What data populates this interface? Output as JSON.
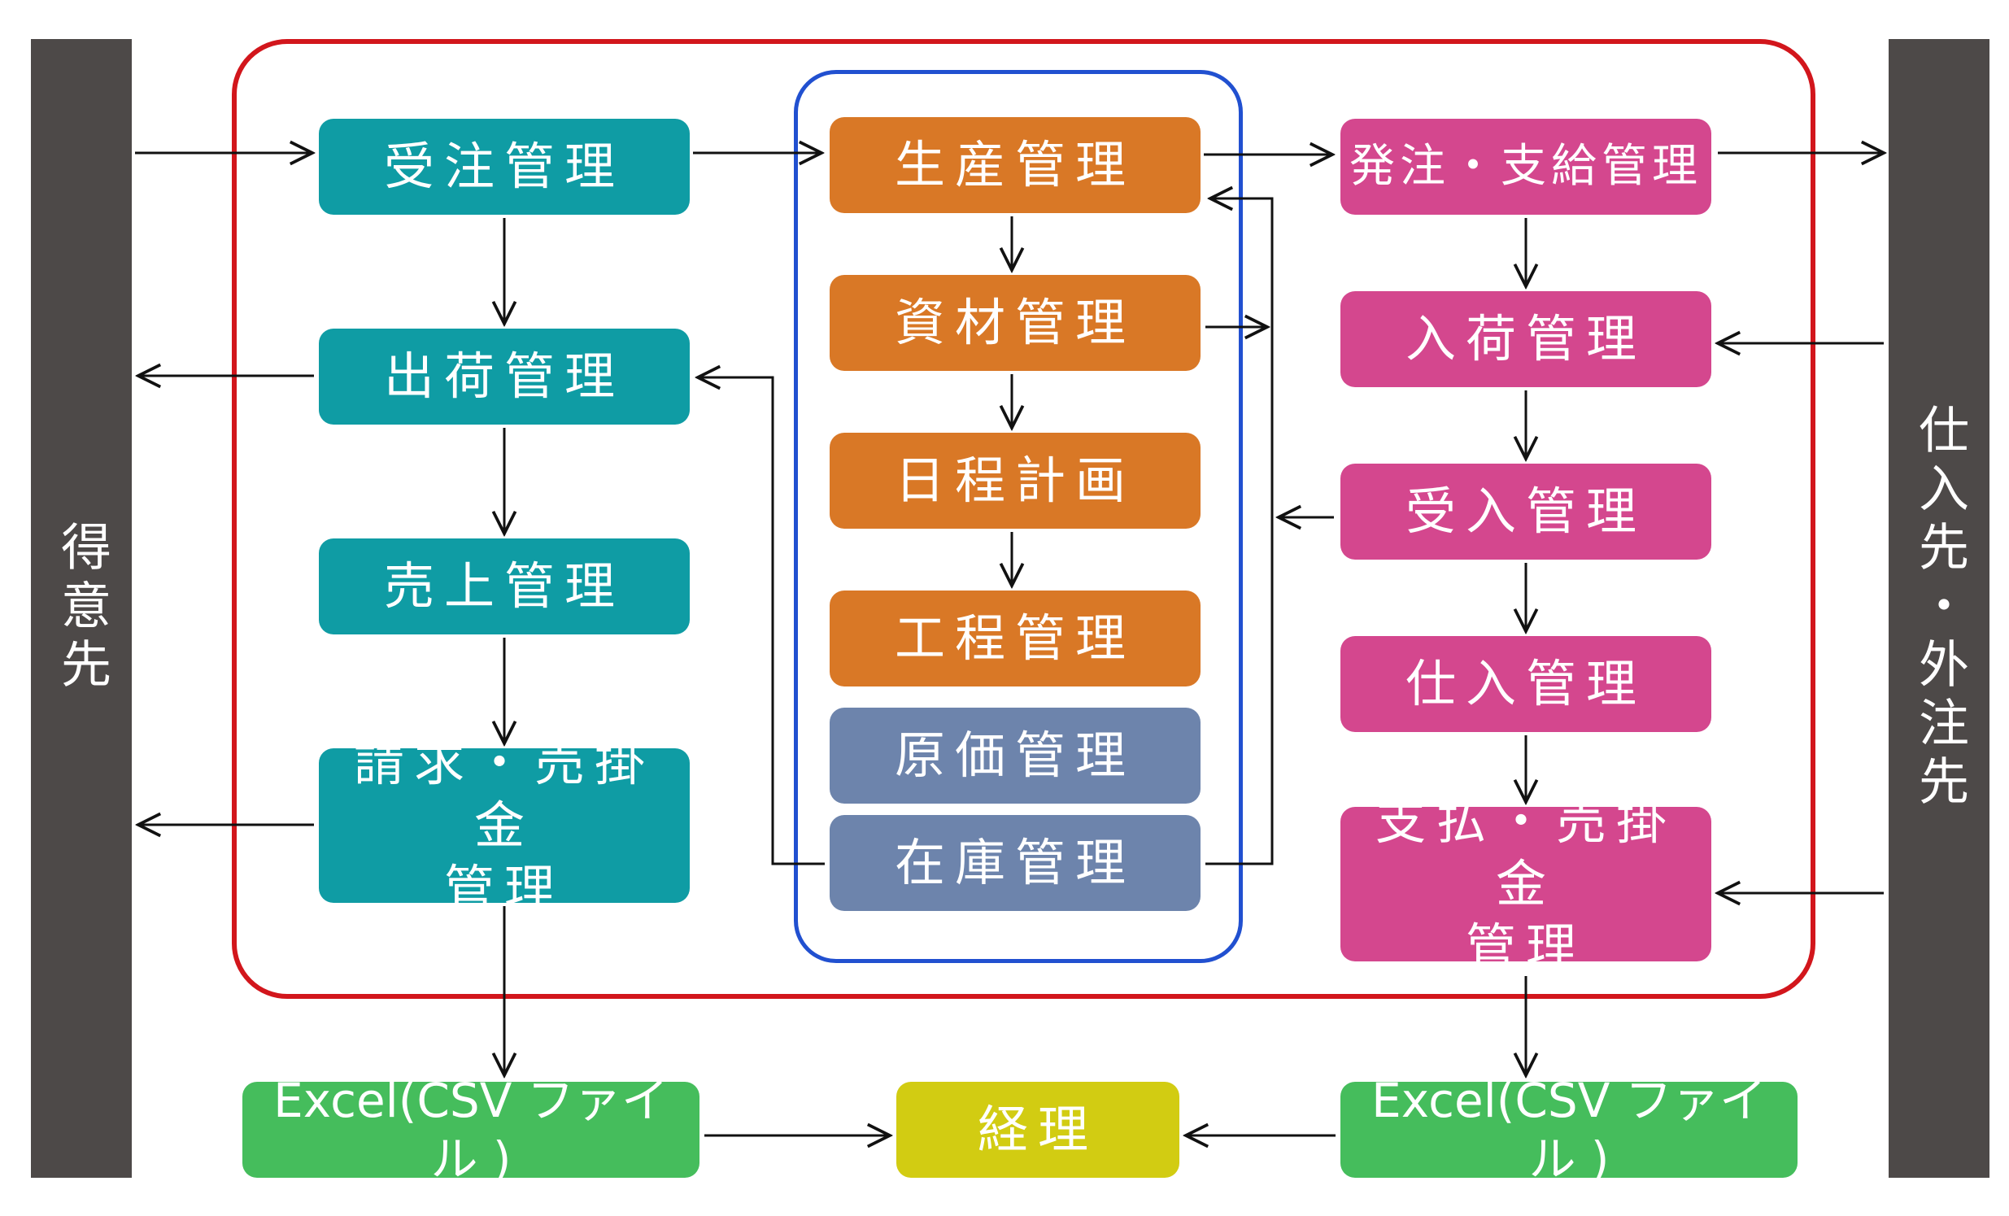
{
  "left_bar": {
    "label": "得意先"
  },
  "right_bar": {
    "label": "仕入先・外注先"
  },
  "sales_column": {
    "order": "受注管理",
    "shipping": "出荷管理",
    "sales": "売上管理",
    "billing_line1": "請求・売掛金",
    "billing_line2": "管理"
  },
  "production_column": {
    "production": "生産管理",
    "materials": "資材管理",
    "schedule": "日程計画",
    "process": "工程管理",
    "cost": "原価管理",
    "inventory": "在庫管理"
  },
  "purchase_column": {
    "purchase_order": "発注・支給管理",
    "receiving": "入荷管理",
    "acceptance": "受入管理",
    "purchasing": "仕入管理",
    "payment_line1": "支払・売掛金",
    "payment_line2": "管理"
  },
  "bottom_row": {
    "excel_left": "Excel(CSV ファイル )",
    "accounting": "経理",
    "excel_right": "Excel(CSV ファイル )"
  },
  "colors": {
    "side_bar": "#4d4948",
    "system_frame": "#d2161c",
    "production_frame": "#2150d0",
    "sales": "#0f9ca4",
    "production": "#d97826",
    "cost_inventory": "#6d84ac",
    "purchase": "#d4478e",
    "excel": "#45bd5c",
    "accounting": "#d2cc12"
  }
}
